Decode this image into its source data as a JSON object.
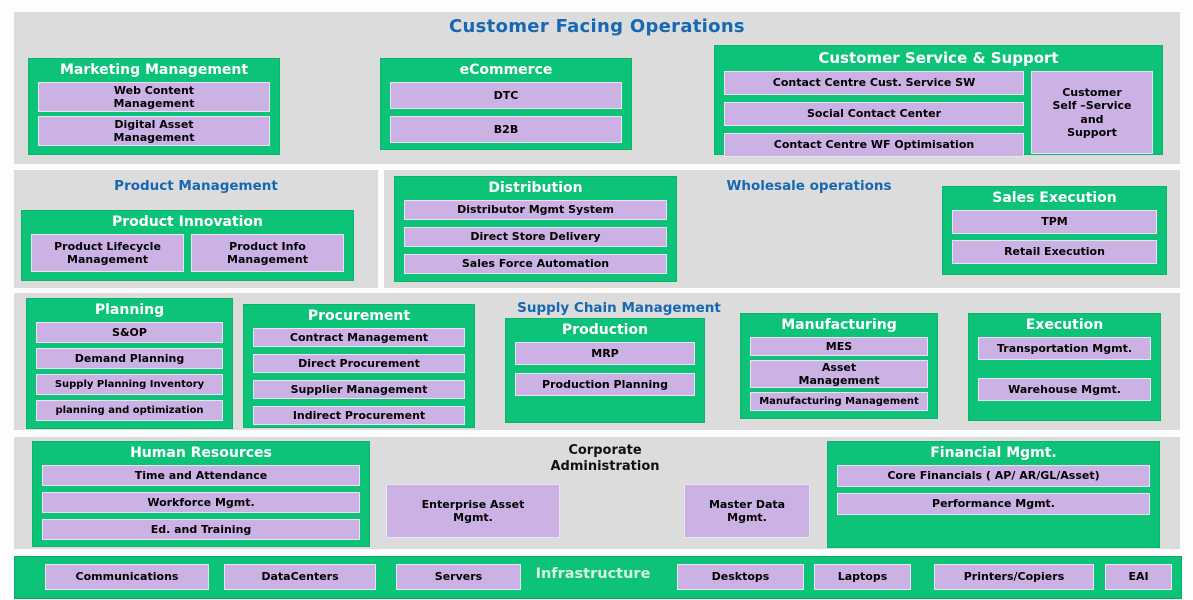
{
  "title": "Customer Facing Operations",
  "colors": {
    "green": "#0cc377",
    "purple": "#ccb1e4",
    "blue": "#1568b1",
    "band_gray": "#dcdcdc"
  },
  "row1": {
    "marketing": {
      "title": "Marketing Management",
      "items": [
        "Web Content\nManagement",
        "Digital Asset\nManagement"
      ]
    },
    "ecommerce": {
      "title": "eCommerce",
      "items": [
        "DTC",
        "B2B"
      ]
    },
    "service": {
      "title": "Customer Service & Support",
      "items": [
        "Contact Centre Cust. Service SW",
        "Social Contact Center",
        "Contact Centre WF Optimisation"
      ],
      "side": "Customer\nSelf –Service\nand\nSupport"
    }
  },
  "row2": {
    "product_management_title": "Product Management",
    "product_innovation": {
      "title": "Product Innovation",
      "items": [
        "Product Lifecycle\nManagement",
        "Product Info\nManagement"
      ]
    },
    "distribution": {
      "title": "Distribution",
      "items": [
        "Distributor Mgmt System",
        "Direct Store Delivery",
        "Sales Force Automation"
      ]
    },
    "wholesale_title": "Wholesale operations",
    "sales_execution": {
      "title": "Sales Execution",
      "items": [
        "TPM",
        "Retail Execution"
      ]
    }
  },
  "row3": {
    "scm_title": "Supply Chain Management",
    "planning": {
      "title": "Planning",
      "items": [
        "S&OP",
        "Demand Planning",
        "Supply Planning Inventory",
        "planning and optimization"
      ]
    },
    "procurement": {
      "title": "Procurement",
      "items": [
        "Contract Management",
        "Direct Procurement",
        "Supplier Management",
        "Indirect Procurement"
      ]
    },
    "production": {
      "title": "Production",
      "items": [
        "MRP",
        "Production Planning"
      ]
    },
    "manufacturing": {
      "title": "Manufacturing",
      "items": [
        "MES",
        "Asset\nManagement",
        "Manufacturing Management"
      ]
    },
    "execution": {
      "title": "Execution",
      "items": [
        "Transportation Mgmt.",
        "Warehouse Mgmt."
      ]
    }
  },
  "row4": {
    "hr": {
      "title": "Human Resources",
      "items": [
        "Time and Attendance",
        "Workforce Mgmt.",
        "Ed. and Training"
      ]
    },
    "corporate_title": "Corporate\nAdministration",
    "standalone": [
      "Enterprise Asset\nMgmt.",
      "Master Data\nMgmt."
    ],
    "financial": {
      "title": "Financial Mgmt.",
      "items": [
        "Core Financials ( AP/ AR/GL/Asset)",
        "Performance Mgmt."
      ]
    }
  },
  "infrastructure": {
    "title": "Infrastructure",
    "items": [
      "Communications",
      "DataCenters",
      "Servers",
      "Desktops",
      "Laptops",
      "Printers/Copiers",
      "EAI"
    ]
  }
}
